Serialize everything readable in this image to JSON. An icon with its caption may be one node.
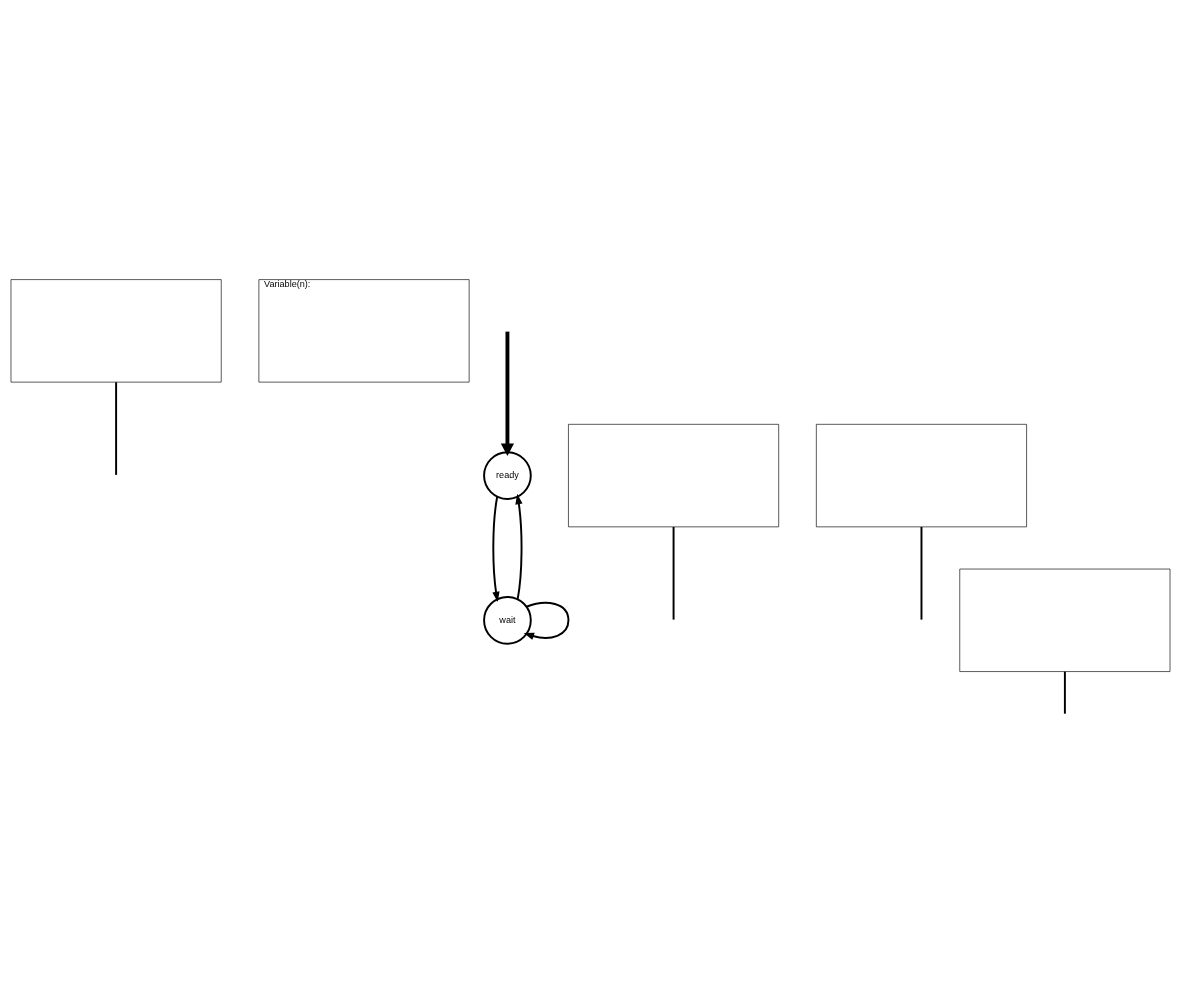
{
  "diagram": {
    "nodes": [
      {
        "text": [],
        "shape": "box"
      },
      {
        "text": [
          "Variable(n):"
        ]
      },
      {
        "text": [
          "ready"
        ]
      },
      {
        "text": [],
        "shape": "box"
      },
      {
        "text": [],
        "shape": "box"
      },
      {
        "text": [
          "wait"
        ]
      },
      {
        "text": [],
        "shape": "box"
      }
    ],
    "edges": [
      {
        "from": null,
        "to": 2,
        "arrow": "to",
        "style": "thick"
      },
      {
        "from": 0,
        "to": null,
        "arrow": "none"
      },
      {
        "from": 2,
        "to": 5,
        "arrow": "to"
      },
      {
        "from": 5,
        "to": 2,
        "arrow": "to"
      },
      {
        "from": 5,
        "to": 5,
        "arrow": "to"
      },
      {
        "from": 3,
        "to": null,
        "arrow": "none"
      },
      {
        "from": 4,
        "to": null,
        "arrow": "none"
      },
      {
        "from": 6,
        "to": null,
        "arrow": "none"
      }
    ]
  }
}
